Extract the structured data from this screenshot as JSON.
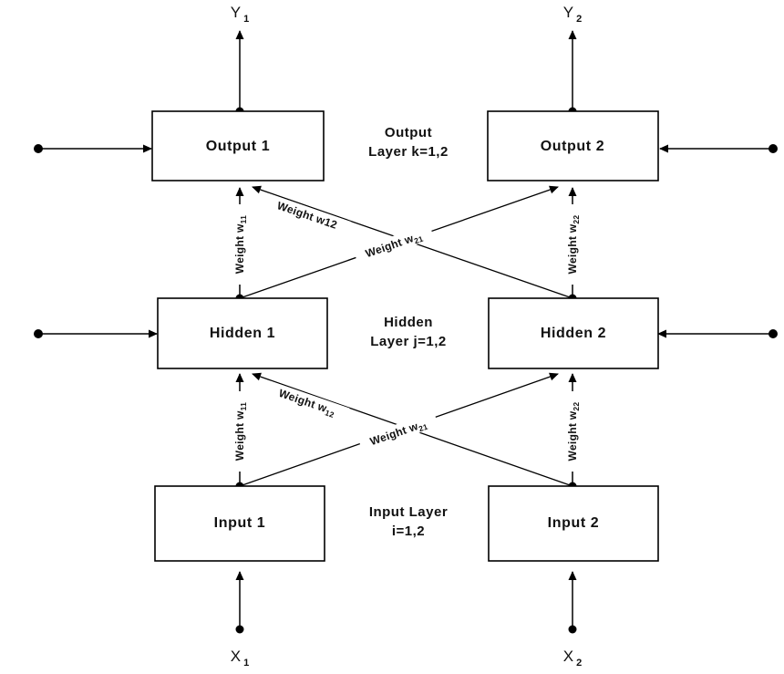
{
  "figure": {
    "title": "Two-layer feedforward neural network schematic",
    "background_color": "#ffffff",
    "line_color": "#000000",
    "text_color": "#111111"
  },
  "outputs": [
    {
      "name": "output-signal-1",
      "label": "Y",
      "subscript": "1"
    },
    {
      "name": "output-signal-2",
      "label": "Y",
      "subscript": "2"
    }
  ],
  "inputs": [
    {
      "name": "input-signal-1",
      "label": "X",
      "subscript": "1"
    },
    {
      "name": "input-signal-2",
      "label": "X",
      "subscript": "2"
    }
  ],
  "layers": [
    {
      "id": "output-layer",
      "caption_line1": "Output",
      "caption_line2": "Layer k=1,2",
      "nodes": [
        {
          "id": "output-node-1",
          "label": "Output 1"
        },
        {
          "id": "output-node-2",
          "label": "Output 2"
        }
      ]
    },
    {
      "id": "hidden-layer",
      "caption_line1": "Hidden",
      "caption_line2": "Layer j=1,2",
      "nodes": [
        {
          "id": "hidden-node-1",
          "label": "Hidden 1"
        },
        {
          "id": "hidden-node-2",
          "label": "Hidden 2"
        }
      ]
    },
    {
      "id": "input-layer",
      "caption_line1": "Input Layer",
      "caption_line2": "i=1,2",
      "nodes": [
        {
          "id": "input-node-1",
          "label": "Input 1"
        },
        {
          "id": "input-node-2",
          "label": "Input 2"
        }
      ]
    }
  ],
  "weights_hidden_to_output": [
    {
      "id": "weight-h1-o1",
      "text": "Weight w",
      "subscript": "11",
      "orientation": "vertical"
    },
    {
      "id": "weight-h1-o2",
      "text": "Weight w12",
      "subscript": "",
      "orientation": "diagonal-down"
    },
    {
      "id": "weight-h2-o1",
      "text": "Weight w",
      "subscript": "21",
      "orientation": "diagonal-up"
    },
    {
      "id": "weight-h2-o2",
      "text": "Weight w",
      "subscript": "22",
      "orientation": "vertical"
    }
  ],
  "weights_input_to_hidden": [
    {
      "id": "weight-i1-h1",
      "text": "Weight w",
      "subscript": "11",
      "orientation": "vertical"
    },
    {
      "id": "weight-i1-h2",
      "text": "Weight w",
      "subscript": "12",
      "orientation": "diagonal-down"
    },
    {
      "id": "weight-i2-h1",
      "text": "Weight w",
      "subscript": "21",
      "orientation": "diagonal-up"
    },
    {
      "id": "weight-i2-h2",
      "text": "Weight w",
      "subscript": "22",
      "orientation": "vertical"
    }
  ],
  "bias_connections": [
    {
      "id": "bias-output-1",
      "side": "left"
    },
    {
      "id": "bias-output-2",
      "side": "right"
    },
    {
      "id": "bias-hidden-1",
      "side": "left"
    },
    {
      "id": "bias-hidden-2",
      "side": "right"
    }
  ]
}
